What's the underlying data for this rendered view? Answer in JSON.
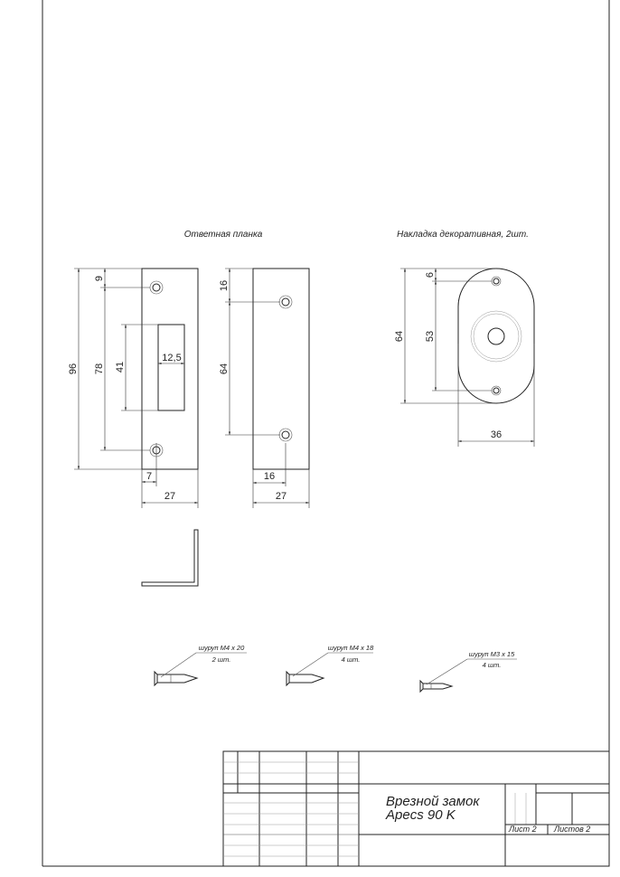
{
  "strike_plate": {
    "caption": "Ответная планка",
    "dims": {
      "total_height": "96",
      "top_offset": "9",
      "hole_spacing": "78",
      "slot_height": "41",
      "slot_width": "12,5",
      "hole_edge": "7",
      "width": "27"
    },
    "side_dims": {
      "top_offset": "16",
      "hole_spacing": "64",
      "hole_edge": "16",
      "width": "27"
    }
  },
  "escutcheon": {
    "caption": "Накладка декоративная, 2шт.",
    "dims": {
      "height": "64",
      "top_offset": "6",
      "hole_spacing": "53",
      "width": "36"
    }
  },
  "screws": [
    {
      "name": "шуруп М4 х 20",
      "qty": "2 шт."
    },
    {
      "name": "шуруп М4 х 18",
      "qty": "4 шт."
    },
    {
      "name": "шуруп М3 х 15",
      "qty": "4 шт."
    }
  ],
  "title_block": {
    "title_line1": "Врезной замок",
    "title_line2": "Apecs 90 K",
    "sheet": "Лист 2",
    "sheets": "Листов 2"
  }
}
